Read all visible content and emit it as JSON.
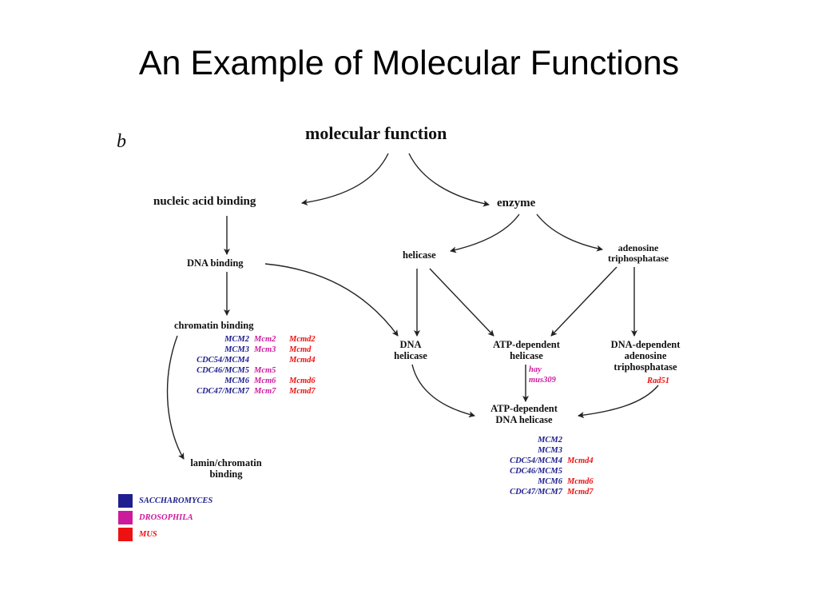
{
  "slide": {
    "title": "An Example of Molecular Functions"
  },
  "panel_label": "b",
  "nodes": {
    "root": "molecular function",
    "nucleic_acid_binding": "nucleic acid binding",
    "enzyme": "enzyme",
    "dna_binding": "DNA binding",
    "helicase": "helicase",
    "adenosine_triphosphatase": [
      "adenosine",
      "triphosphatase"
    ],
    "chromatin_binding": "chromatin binding",
    "dna_helicase": [
      "DNA",
      "helicase"
    ],
    "atp_dependent_helicase": [
      "ATP-dependent",
      "helicase"
    ],
    "dna_dependent_atpase": [
      "DNA-dependent",
      "adenosine",
      "triphosphatase"
    ],
    "atp_dependent_dna_helicase": [
      "ATP-dependent",
      "DNA helicase"
    ],
    "lamin_chromatin_binding": [
      "lamin/chromatin",
      "binding"
    ]
  },
  "genes": {
    "chromatin_binding": {
      "saccharomyces": [
        "MCM2",
        "MCM3",
        "CDC54/MCM4",
        "CDC46/MCM5",
        "MCM6",
        "CDC47/MCM7"
      ],
      "drosophila": [
        "Mcm2",
        "Mcm3",
        "",
        "Mcm5",
        "Mcm6",
        "Mcm7"
      ],
      "mus": [
        "Mcmd2",
        "Mcmd",
        "Mcmd4",
        "",
        "Mcmd6",
        "Mcmd7"
      ]
    },
    "atp_dependent_helicase": {
      "drosophila": [
        "hay",
        "mus309"
      ]
    },
    "dna_dependent_atpase": {
      "mus": [
        "Rad51"
      ]
    },
    "atp_dependent_dna_helicase": {
      "saccharomyces": [
        "MCM2",
        "MCM3",
        "CDC54/MCM4",
        "CDC46/MCM5",
        "MCM6",
        "CDC47/MCM7"
      ],
      "mus": [
        "",
        "",
        "Mcmd4",
        "",
        "Mcmd6",
        "Mcmd7"
      ]
    }
  },
  "legend": {
    "items": [
      {
        "label": "SACCHAROMYCES",
        "color": "#1f1f8f"
      },
      {
        "label": "DROSOPHILA",
        "color": "#cc1a9c"
      },
      {
        "label": "MUS",
        "color": "#ee1111"
      }
    ]
  }
}
